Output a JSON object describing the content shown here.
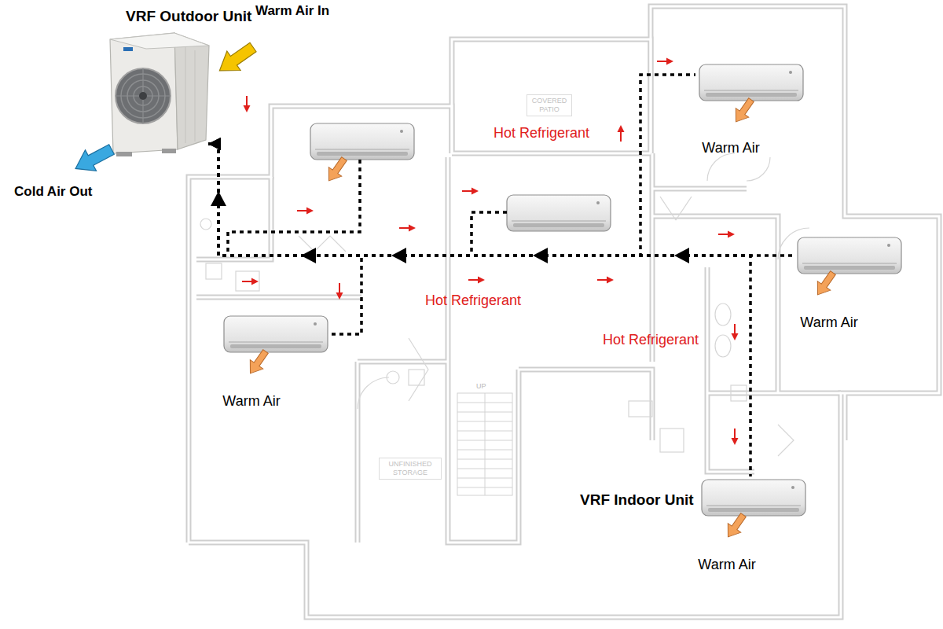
{
  "diagram": {
    "nodes": [
      {
        "text": [
          "VRF Outdoor Unit"
        ]
      },
      {
        "text": [
          "Warm Air"
        ]
      },
      {
        "text": [
          "Warm Air"
        ]
      },
      {
        "text": [
          "Warm Air"
        ]
      },
      {
        "text": [
          "VRF Indoor Unit",
          "Warm Air"
        ]
      }
    ],
    "edges": [
      {
        "from": 1,
        "to": 0,
        "arrow": "to"
      },
      {
        "from": 2,
        "to": 0,
        "arrow": "to"
      },
      {
        "from": 3,
        "to": 0,
        "arrow": "to"
      },
      {
        "from": 4,
        "to": 0,
        "arrow": "to"
      }
    ],
    "labels": [
      "Warm Air In",
      "Cold Air Out",
      "Hot Refrigerant",
      "Hot Refrigerant",
      "Hot Refrigerant",
      "COVERED PATIO",
      "UNFINISHED STORAGE",
      "UP"
    ]
  }
}
